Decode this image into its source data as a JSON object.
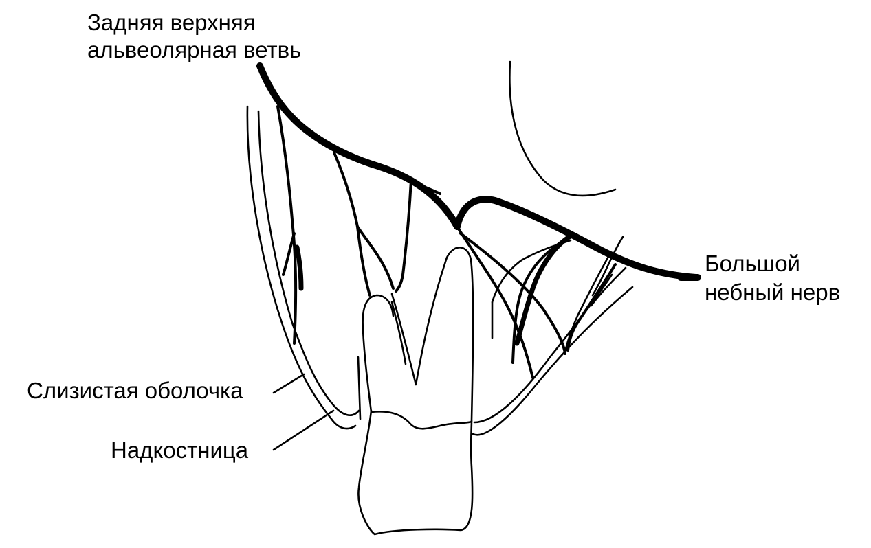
{
  "labels": {
    "posterior_superior_alveolar_branch_line1": "Задняя верхняя",
    "posterior_superior_alveolar_branch_line2": "альвеолярная ветвь",
    "greater_palatine_nerve_line1": "Большой",
    "greater_palatine_nerve_line2": "небный нерв",
    "mucous_membrane": "Слизистая оболочка",
    "periosteum": "Надкостница"
  }
}
